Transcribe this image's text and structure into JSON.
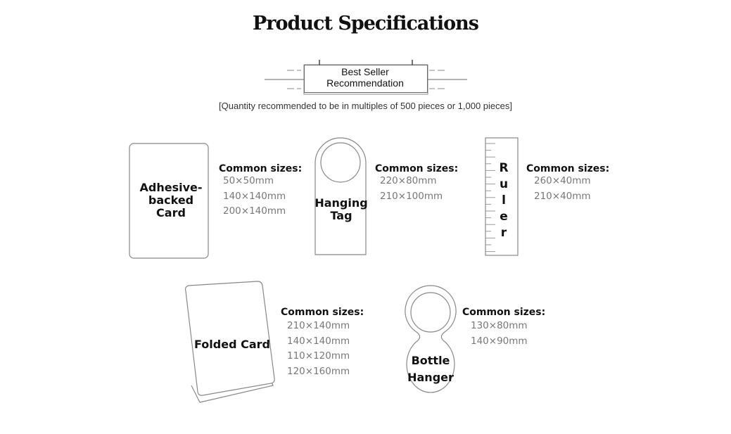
{
  "title": "Product Specifications",
  "banner": {
    "line1": "Best Seller",
    "line2": "Recommendation"
  },
  "note": "[Quantity recommended to be in multiples of 500 pieces or 1,000 pieces]",
  "common_sizes_label": "Common sizes:",
  "products": [
    {
      "name_lines": [
        "Adhesive-",
        "backed",
        "Card"
      ],
      "sizes": [
        "50×50mm",
        "140×140mm",
        "200×140mm"
      ]
    },
    {
      "name_lines": [
        "Hanging",
        "Tag"
      ],
      "sizes": [
        "220×80mm",
        "210×100mm"
      ]
    },
    {
      "name_letters": [
        "R",
        "u",
        "l",
        "e",
        "r"
      ],
      "sizes": [
        "260×40mm",
        "210×40mm"
      ]
    },
    {
      "name": "Folded Card",
      "sizes": [
        "210×140mm",
        "140×140mm",
        "110×120mm",
        "120×160mm"
      ]
    },
    {
      "name_lines": [
        "Bottle",
        "Hanger"
      ],
      "sizes": [
        "130×80mm",
        "140×90mm"
      ]
    }
  ]
}
